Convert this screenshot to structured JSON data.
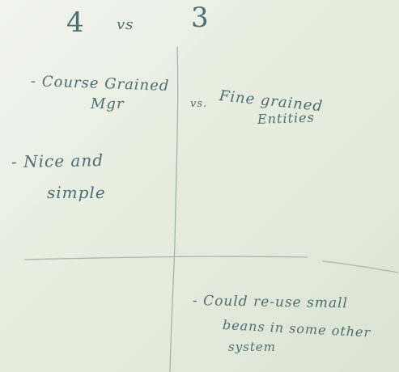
{
  "heading": {
    "left": "4",
    "vs": "vs",
    "right": "3"
  },
  "left_column": {
    "point_1_line_1": "- Course Grained",
    "point_1_line_2": "Mgr",
    "point_2_line_1": "- Nice and",
    "point_2_line_2": "simple"
  },
  "middle": {
    "vs": "vs."
  },
  "right_column": {
    "point_1_line_1": "Fine grained",
    "point_1_line_2": "Entities",
    "point_2_line_1": "- Could re-use small",
    "point_2_line_2": "beans in some other",
    "point_2_line_3": "system"
  }
}
